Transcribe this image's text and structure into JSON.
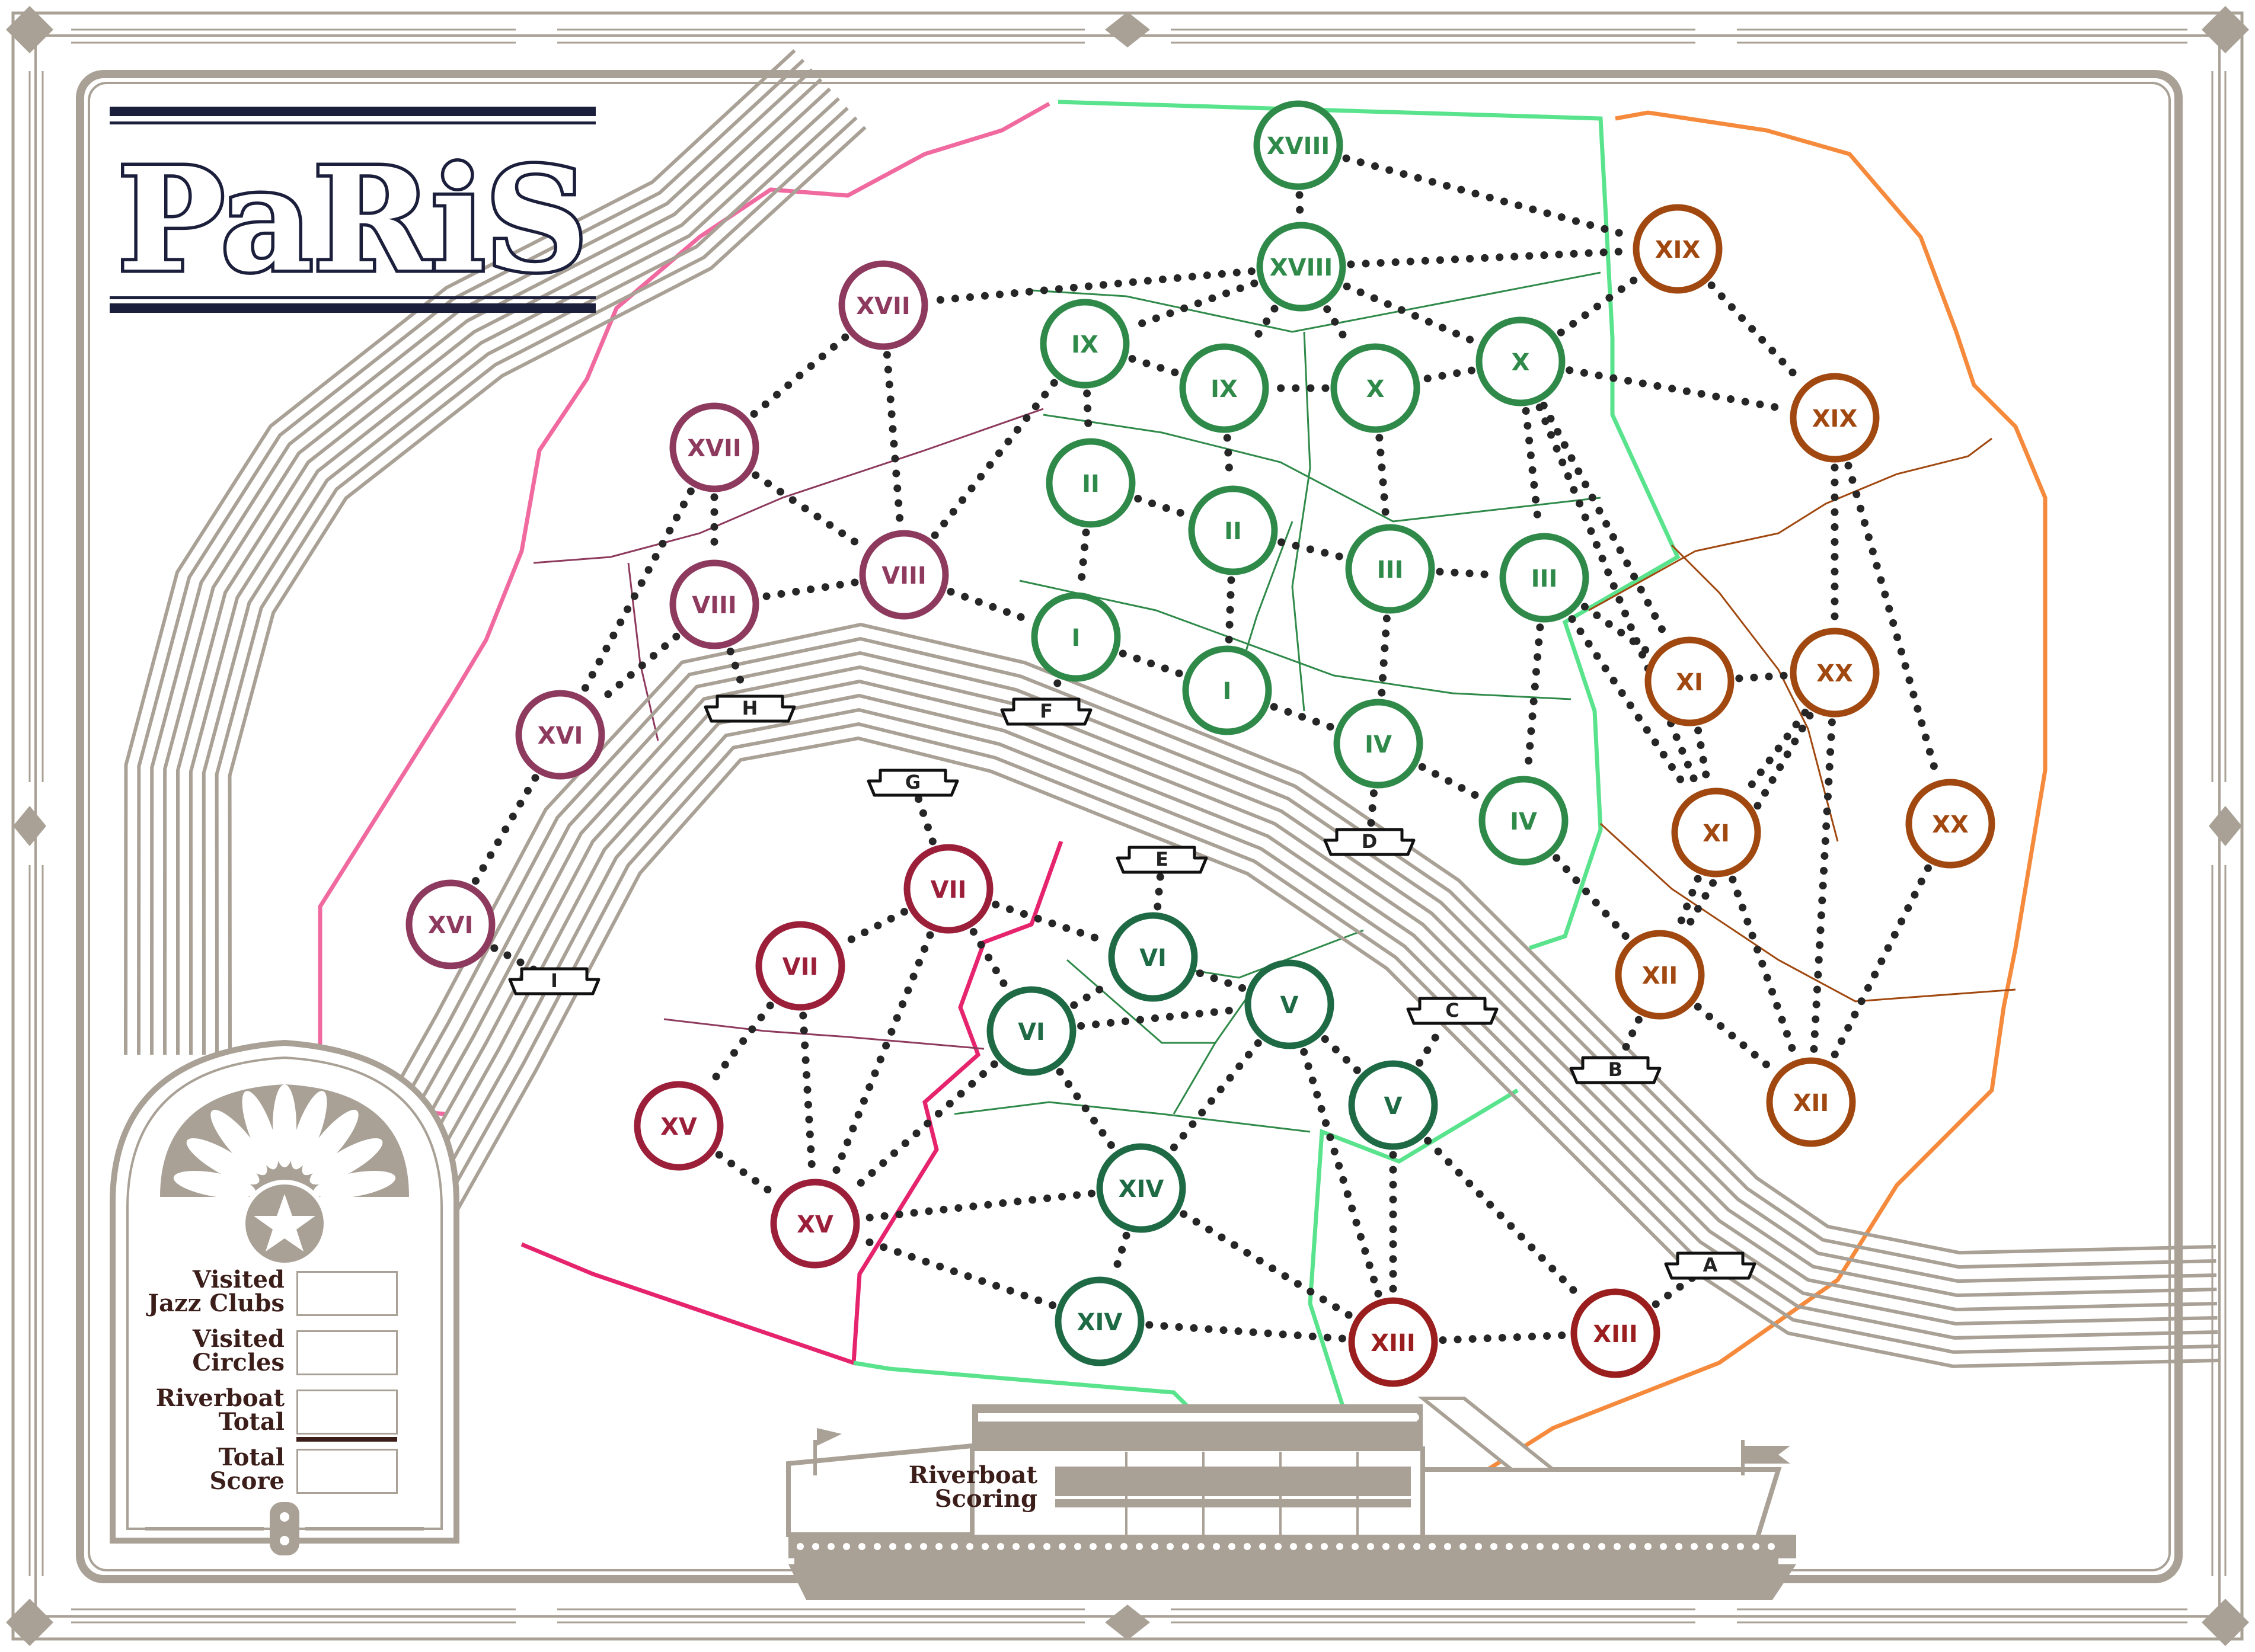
{
  "title": "PaRiS",
  "colors": {
    "frame": "#a9a196",
    "river": "#a9a196",
    "title_ink": "#1b1f3b",
    "pink": "#f06aa0",
    "hot_pink": "#e6246e",
    "green": "#59e38c",
    "orange": "#f58a3c",
    "edge": "#262626"
  },
  "scorecard": {
    "rows": [
      {
        "label": "Visited\nJazz Clubs"
      },
      {
        "label": "Visited\nCircles"
      },
      {
        "label": "Riverboat\nTotal"
      },
      {
        "label": "Total\nScore"
      }
    ],
    "star_icon": "star-icon"
  },
  "riverboat": {
    "label": "Riverboat\nScoring",
    "flag_icon": "flag-icon"
  },
  "docks": [
    {
      "id": "A",
      "label": "A"
    },
    {
      "id": "B",
      "label": "B"
    },
    {
      "id": "C",
      "label": "C"
    },
    {
      "id": "D",
      "label": "D"
    },
    {
      "id": "E",
      "label": "E"
    },
    {
      "id": "F",
      "label": "F"
    },
    {
      "id": "G",
      "label": "G"
    },
    {
      "id": "H",
      "label": "H"
    },
    {
      "id": "I",
      "label": "I"
    }
  ],
  "nodes": [
    {
      "id": "n18a",
      "label": "XVIII",
      "color": "#2f8a4a"
    },
    {
      "id": "n18b",
      "label": "XVIII",
      "color": "#2f8a4a"
    },
    {
      "id": "n9a",
      "label": "IX",
      "color": "#2f8a4a"
    },
    {
      "id": "n9b",
      "label": "IX",
      "color": "#2f8a4a"
    },
    {
      "id": "n10a",
      "label": "X",
      "color": "#2f8a4a"
    },
    {
      "id": "n10b",
      "label": "X",
      "color": "#2f8a4a"
    },
    {
      "id": "n2a",
      "label": "II",
      "color": "#2f8a4a"
    },
    {
      "id": "n2b",
      "label": "II",
      "color": "#2f8a4a"
    },
    {
      "id": "n3a",
      "label": "III",
      "color": "#2f8a4a"
    },
    {
      "id": "n3b",
      "label": "III",
      "color": "#2f8a4a"
    },
    {
      "id": "n1a",
      "label": "I",
      "color": "#2f8a4a"
    },
    {
      "id": "n1b",
      "label": "I",
      "color": "#2f8a4a"
    },
    {
      "id": "n4a",
      "label": "IV",
      "color": "#2f8a4a"
    },
    {
      "id": "n4b",
      "label": "IV",
      "color": "#2f8a4a"
    },
    {
      "id": "n17a",
      "label": "XVII",
      "color": "#8e3a5e"
    },
    {
      "id": "n17b",
      "label": "XVII",
      "color": "#8e3a5e"
    },
    {
      "id": "n8a",
      "label": "VIII",
      "color": "#8e3a5e"
    },
    {
      "id": "n8b",
      "label": "VIII",
      "color": "#8e3a5e"
    },
    {
      "id": "n16a",
      "label": "XVI",
      "color": "#8e3a5e"
    },
    {
      "id": "n16b",
      "label": "XVI",
      "color": "#8e3a5e"
    },
    {
      "id": "n19a",
      "label": "XIX",
      "color": "#a0480f"
    },
    {
      "id": "n19b",
      "label": "XIX",
      "color": "#a0480f"
    },
    {
      "id": "n11a",
      "label": "XI",
      "color": "#a0480f"
    },
    {
      "id": "n11b",
      "label": "XI",
      "color": "#a0480f"
    },
    {
      "id": "n20a",
      "label": "XX",
      "color": "#a0480f"
    },
    {
      "id": "n20b",
      "label": "XX",
      "color": "#a0480f"
    },
    {
      "id": "n12a",
      "label": "XII",
      "color": "#a0480f"
    },
    {
      "id": "n12b",
      "label": "XII",
      "color": "#a0480f"
    },
    {
      "id": "n7a",
      "label": "VII",
      "color": "#9c1f3a"
    },
    {
      "id": "n7b",
      "label": "VII",
      "color": "#9c1f3a"
    },
    {
      "id": "n15a",
      "label": "XV",
      "color": "#9c1f3a"
    },
    {
      "id": "n15b",
      "label": "XV",
      "color": "#9c1f3a"
    },
    {
      "id": "n6a",
      "label": "VI",
      "color": "#1e6a45"
    },
    {
      "id": "n6b",
      "label": "VI",
      "color": "#1e6a45"
    },
    {
      "id": "n5a",
      "label": "V",
      "color": "#1e6a45"
    },
    {
      "id": "n5b",
      "label": "V",
      "color": "#1e6a45"
    },
    {
      "id": "n14a",
      "label": "XIV",
      "color": "#1e6a45"
    },
    {
      "id": "n14b",
      "label": "XIV",
      "color": "#1e6a45"
    },
    {
      "id": "n13a",
      "label": "XIII",
      "color": "#9a1e1e"
    },
    {
      "id": "n13b",
      "label": "XIII",
      "color": "#9a1e1e"
    }
  ],
  "edges": [
    [
      "n18a",
      "n18b"
    ],
    [
      "n18a",
      "n19a"
    ],
    [
      "n18b",
      "n17a"
    ],
    [
      "n18b",
      "n9a"
    ],
    [
      "n18b",
      "n9b"
    ],
    [
      "n18b",
      "n10a"
    ],
    [
      "n18b",
      "n10b"
    ],
    [
      "n18b",
      "n19a"
    ],
    [
      "n10b",
      "n19a"
    ],
    [
      "n10b",
      "n19b"
    ],
    [
      "n10b",
      "n3b"
    ],
    [
      "n10b",
      "n11a"
    ],
    [
      "n10b",
      "n11b"
    ],
    [
      "n10b",
      "n10a"
    ],
    [
      "n10a",
      "n9b"
    ],
    [
      "n10a",
      "n3a"
    ],
    [
      "n9a",
      "n9b"
    ],
    [
      "n9a",
      "n2a"
    ],
    [
      "n9a",
      "n8b"
    ],
    [
      "n9b",
      "n2b"
    ],
    [
      "n17a",
      "n17b"
    ],
    [
      "n17a",
      "n8b"
    ],
    [
      "n17b",
      "n8a"
    ],
    [
      "n17b",
      "n8b"
    ],
    [
      "n17b",
      "n16a"
    ],
    [
      "n8b",
      "n8a"
    ],
    [
      "n8b",
      "n1a"
    ],
    [
      "n8a",
      "n16a"
    ],
    [
      "n8a",
      "dH"
    ],
    [
      "n16a",
      "n16b"
    ],
    [
      "n16b",
      "dI"
    ],
    [
      "n2a",
      "n2b"
    ],
    [
      "n2a",
      "n1a"
    ],
    [
      "n2b",
      "n3a"
    ],
    [
      "n2b",
      "n1b"
    ],
    [
      "n3a",
      "n3b"
    ],
    [
      "n3a",
      "n4a"
    ],
    [
      "n1a",
      "n1b"
    ],
    [
      "n1a",
      "dF"
    ],
    [
      "n1b",
      "n4a"
    ],
    [
      "n4a",
      "n4b"
    ],
    [
      "n4a",
      "dD"
    ],
    [
      "n3b",
      "n4b"
    ],
    [
      "n4b",
      "n12a"
    ],
    [
      "n3b",
      "n11a"
    ],
    [
      "n3b",
      "n11b"
    ],
    [
      "n19a",
      "n19b"
    ],
    [
      "n19b",
      "n20a"
    ],
    [
      "n19b",
      "n20b"
    ],
    [
      "n11a",
      "n20a"
    ],
    [
      "n11a",
      "n11b"
    ],
    [
      "n20a",
      "n11b"
    ],
    [
      "n20a",
      "n12b"
    ],
    [
      "n20a",
      "n12a"
    ],
    [
      "n20b",
      "n12b"
    ],
    [
      "n11b",
      "n12a"
    ],
    [
      "n11b",
      "n12b"
    ],
    [
      "n12a",
      "n12b"
    ],
    [
      "n12a",
      "dB"
    ],
    [
      "dG",
      "n7b"
    ],
    [
      "dE",
      "n6b"
    ],
    [
      "n7b",
      "n7a"
    ],
    [
      "n7b",
      "n6a"
    ],
    [
      "n7b",
      "n6b"
    ],
    [
      "n7b",
      "n15b"
    ],
    [
      "n7a",
      "n15a"
    ],
    [
      "n7a",
      "n15b"
    ],
    [
      "n15a",
      "n15b"
    ],
    [
      "n6a",
      "n6b"
    ],
    [
      "n6a",
      "n15b"
    ],
    [
      "n6a",
      "n5a"
    ],
    [
      "n6a",
      "n14a"
    ],
    [
      "n6b",
      "n5a"
    ],
    [
      "n5a",
      "n5b"
    ],
    [
      "n5a",
      "n14a"
    ],
    [
      "n5a",
      "n13a"
    ],
    [
      "n5b",
      "dC"
    ],
    [
      "n5b",
      "n13a"
    ],
    [
      "n5b",
      "n13b"
    ],
    [
      "n14a",
      "n14b"
    ],
    [
      "n14a",
      "n15b"
    ],
    [
      "n14a",
      "n13a"
    ],
    [
      "n14b",
      "n15b"
    ],
    [
      "n14b",
      "n13a"
    ],
    [
      "n13a",
      "n13b"
    ],
    [
      "n13b",
      "dA"
    ]
  ]
}
